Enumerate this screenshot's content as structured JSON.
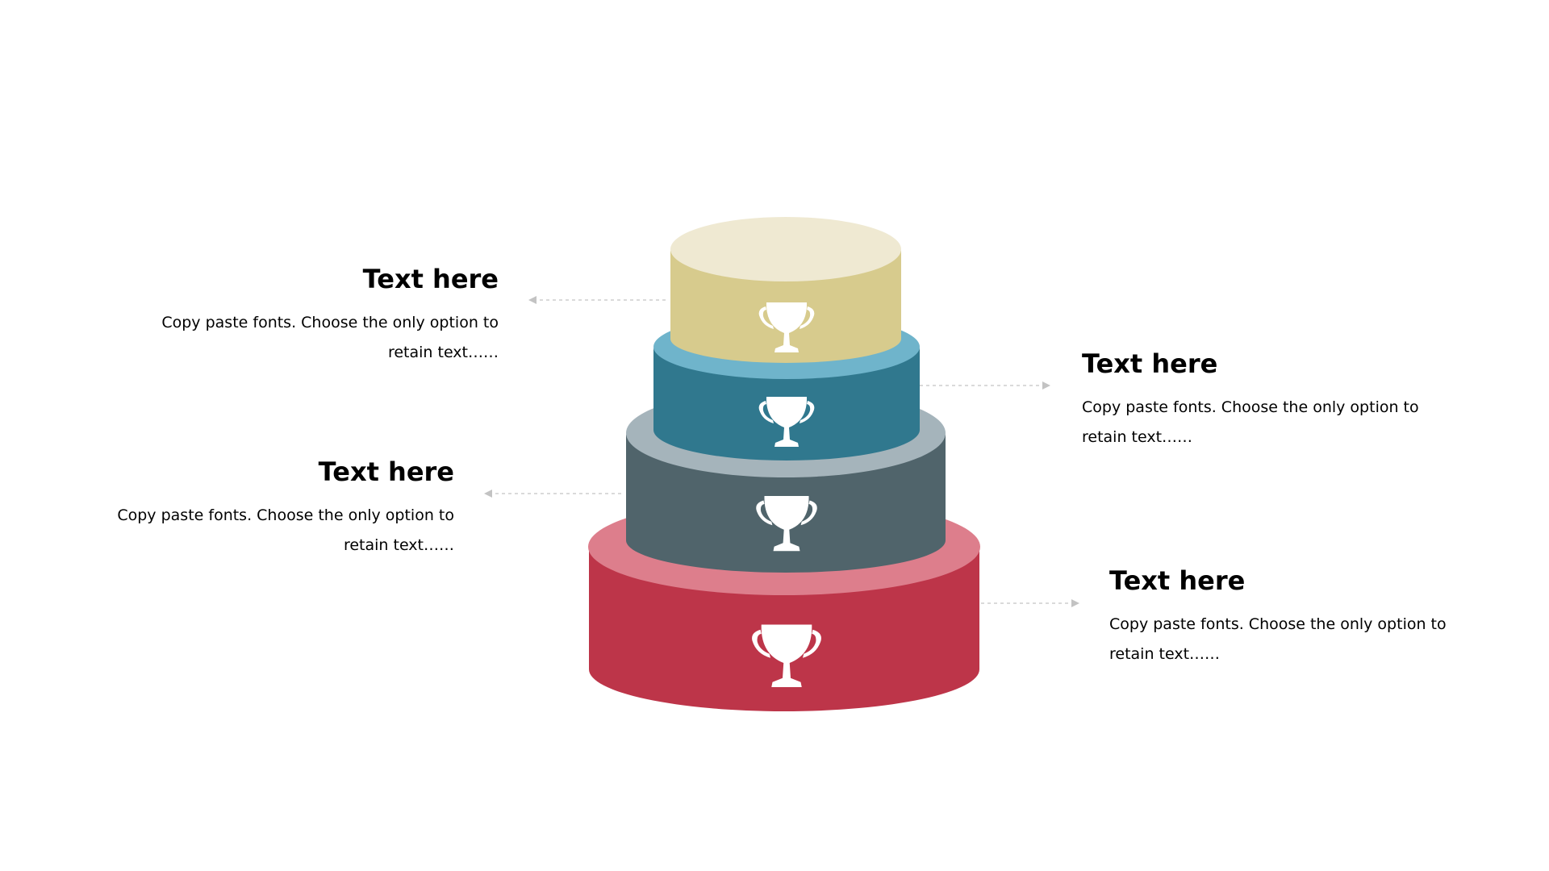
{
  "tiers": [
    {
      "id": "tier-1",
      "side_color": "#d7cb8d",
      "top_color": "#efe9d2",
      "icon": "trophy-icon"
    },
    {
      "id": "tier-2",
      "side_color": "#30788e",
      "top_color": "#6fb4cb",
      "icon": "trophy-icon"
    },
    {
      "id": "tier-3",
      "side_color": "#50646b",
      "top_color": "#a5b4bb",
      "icon": "trophy-icon"
    },
    {
      "id": "tier-4",
      "side_color": "#bd3549",
      "top_color": "#dd7e8c",
      "icon": "trophy-icon"
    }
  ],
  "callouts": [
    {
      "title": "Text here",
      "body": "Copy paste fonts. Choose the only option to retain text……"
    },
    {
      "title": "Text here",
      "body": "Copy paste fonts. Choose the only option to retain text……"
    },
    {
      "title": "Text here",
      "body": "Copy paste fonts. Choose the only option to retain text……"
    },
    {
      "title": "Text here",
      "body": "Copy paste fonts. Choose the only option to retain text……"
    }
  ],
  "connector_color": "#c3c3c3"
}
